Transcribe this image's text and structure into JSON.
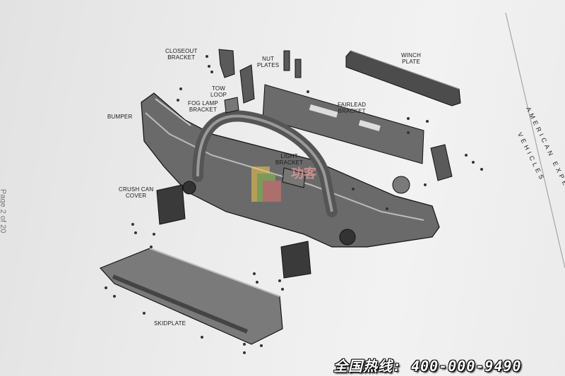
{
  "labels": {
    "closeout_bracket": "CLOSEOUT\nBRACKET",
    "nut_plates": "NUT\nPLATES",
    "winch_plate": "WINCH\nPLATE",
    "tow_loop": "TOW\nLOOP",
    "fog_lamp_bracket": "FOG LAMP\nBRACKET",
    "fairlead_bracket": "FAIRLEAD\nBRACKET",
    "bumper": "BUMPER",
    "light_bracket": "LIGHT\nBRACKET",
    "crush_can_cover": "CRUSH CAN\nCOVER",
    "skidplate": "SKIDPLATE"
  },
  "page": {
    "number_text": "Page 2 of 20"
  },
  "brand": {
    "line1": "AMERICAN EXPEDITION",
    "line2": "VEHICLES"
  },
  "watermark": {
    "text": "功客"
  },
  "hotline": {
    "text": "全国热线: 400-000-9490"
  },
  "colors": {
    "hotline_text": "#ffffff",
    "part_fill": "#5a5a5a",
    "background": "#ebebeb"
  }
}
